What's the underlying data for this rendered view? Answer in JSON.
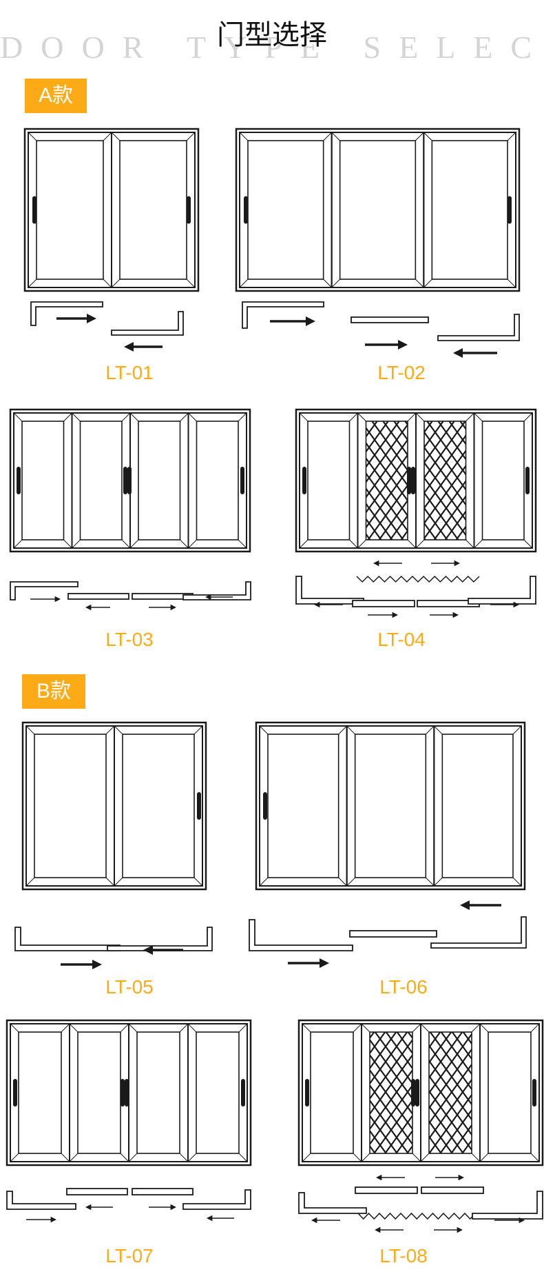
{
  "header": {
    "title": "门型选择",
    "subtitle": "DOOR TYPE SELECTION"
  },
  "sections": [
    {
      "badge": "A款",
      "doors": [
        {
          "code": "LT-01"
        },
        {
          "code": "LT-02"
        },
        {
          "code": "LT-03"
        },
        {
          "code": "LT-04"
        }
      ]
    },
    {
      "badge": "B款",
      "doors": [
        {
          "code": "LT-05"
        },
        {
          "code": "LT-06"
        },
        {
          "code": "LT-07"
        },
        {
          "code": "LT-08"
        }
      ]
    }
  ]
}
